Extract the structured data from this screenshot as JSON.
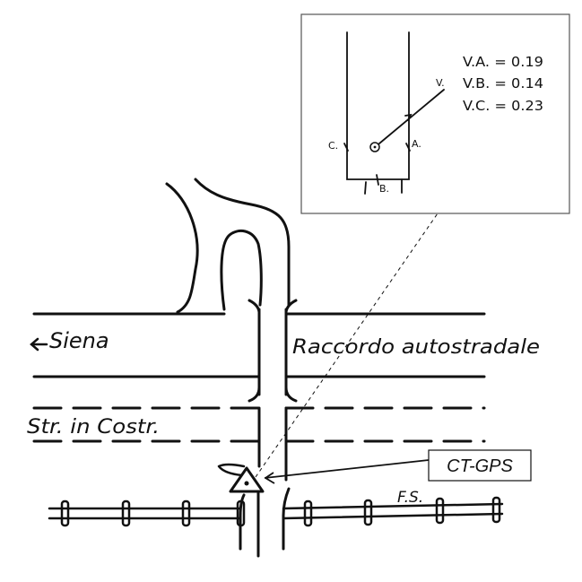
{
  "labels": {
    "siena": "Siena",
    "raccordo": "Raccordo autostradale",
    "strada_costruzione": "Str. in Costr.",
    "ferrovia": "F.S.",
    "station": "CT-GPS"
  },
  "inset": {
    "side_a": "A.",
    "side_b": "B.",
    "side_c": "C.",
    "wind_mark": "V.",
    "values": [
      "V.A. = 0.19",
      "V.B. = 0.14",
      "V.C. = 0.23"
    ]
  },
  "colors": {
    "ink": "#111111",
    "paper": "#ffffff",
    "inset_border": "#555555"
  }
}
